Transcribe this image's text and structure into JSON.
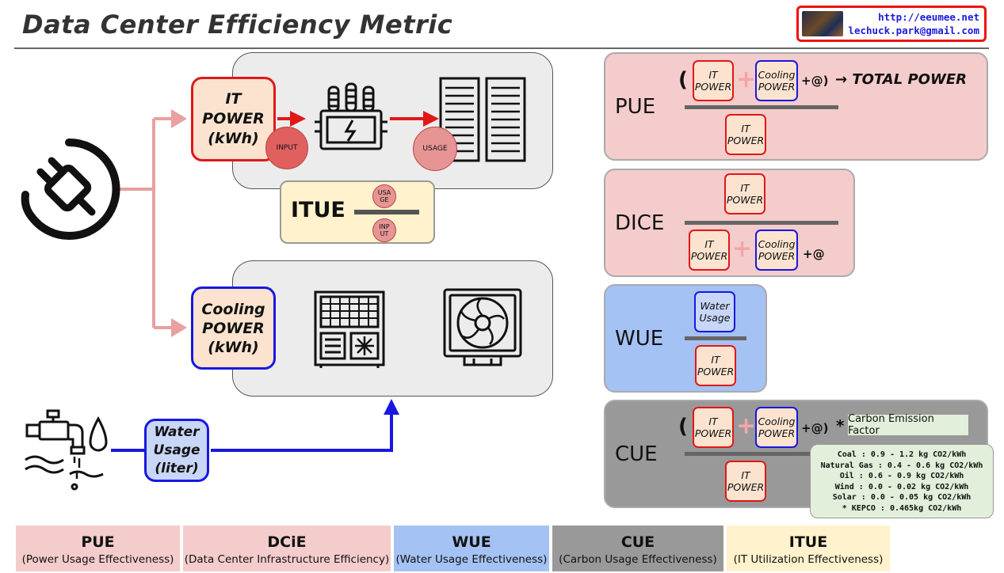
{
  "title": "Data Center Efficiency Metric",
  "contact": {
    "url": "http://eeumee.net",
    "email": "lechuck.park@gmail.com"
  },
  "diagram": {
    "it_power": {
      "l1": "IT",
      "l2": "POWER",
      "l3": "(kWh)"
    },
    "cooling_power": {
      "l1": "Cooling",
      "l2": "POWER",
      "l3": "(kWh)"
    },
    "water_usage": {
      "l1": "Water",
      "l2": "Usage",
      "l3": "(liter)"
    },
    "input_label": "INPUT",
    "usage_label": "USAGE",
    "itue": {
      "label": "ITUE",
      "num_l1": "USA",
      "num_l2": "GE",
      "den_l1": "INP",
      "den_l2": "UT"
    }
  },
  "formulas": {
    "pue": {
      "name": "PUE",
      "it_l1": "IT",
      "it_l2": "POWER",
      "cool_l1": "Cooling",
      "cool_l2": "POWER",
      "paren": "(",
      "plus_at": "+@)",
      "arrow_text": "→ TOTAL POWER",
      "den_l1": "IT",
      "den_l2": "POWER"
    },
    "dcie": {
      "name": "DICE",
      "num_l1": "IT",
      "num_l2": "POWER",
      "it_l1": "IT",
      "it_l2": "POWER",
      "cool_l1": "Cooling",
      "cool_l2": "POWER",
      "plus_at": "+@"
    },
    "wue": {
      "name": "WUE",
      "num_l1": "Water",
      "num_l2": "Usage",
      "den_l1": "IT",
      "den_l2": "POWER"
    },
    "cue": {
      "name": "CUE",
      "it_l1": "IT",
      "it_l2": "POWER",
      "cool_l1": "Cooling",
      "cool_l2": "POWER",
      "paren": "(",
      "plus_at": "+@)",
      "star": "*",
      "factor_label": "Carbon Emission Factor",
      "den_l1": "IT",
      "den_l2": "POWER",
      "factors": [
        "Coal : 0.9 - 1.2 kg CO2/kWh",
        "Natural Gas : 0.4 - 0.6 kg CO2/kWh",
        "Oil : 0.6 - 0.9 kg CO2/kWh",
        "Wind : 0.0 - 0.02 kg CO2/kWh",
        "Solar : 0.0 - 0.05 kg CO2/kWh",
        "* KEPCO : 0.465kg CO2/kWh"
      ]
    }
  },
  "legend": [
    {
      "abbr": "PUE",
      "full": "(Power Usage Effectiveness)",
      "color": "#f4cccc"
    },
    {
      "abbr": "DCiE",
      "full": "(Data Center Infrastructure Efficiency)",
      "color": "#f4cccc"
    },
    {
      "abbr": "WUE",
      "full": "(Water Usage Effectiveness)",
      "color": "#a4c2f4"
    },
    {
      "abbr": "CUE",
      "full": "(Carbon Usage Effectiveness)",
      "color": "#999999"
    },
    {
      "abbr": "ITUE",
      "full": "(IT Utilization Effectiveness)",
      "color": "#fff2cc"
    }
  ],
  "colors": {
    "pink": "#f4cccc",
    "blue": "#a4c2f4",
    "gray": "#999999",
    "yellow": "#fff2cc",
    "red_stroke": "#e01818",
    "blue_stroke": "#1818e0",
    "feed_line": "#e8a0a0"
  },
  "icons": [
    "power-plug-icon",
    "transformer-icon",
    "server-rack-icon",
    "cooling-unit-icon",
    "fan-icon",
    "water-faucet-icon"
  ]
}
